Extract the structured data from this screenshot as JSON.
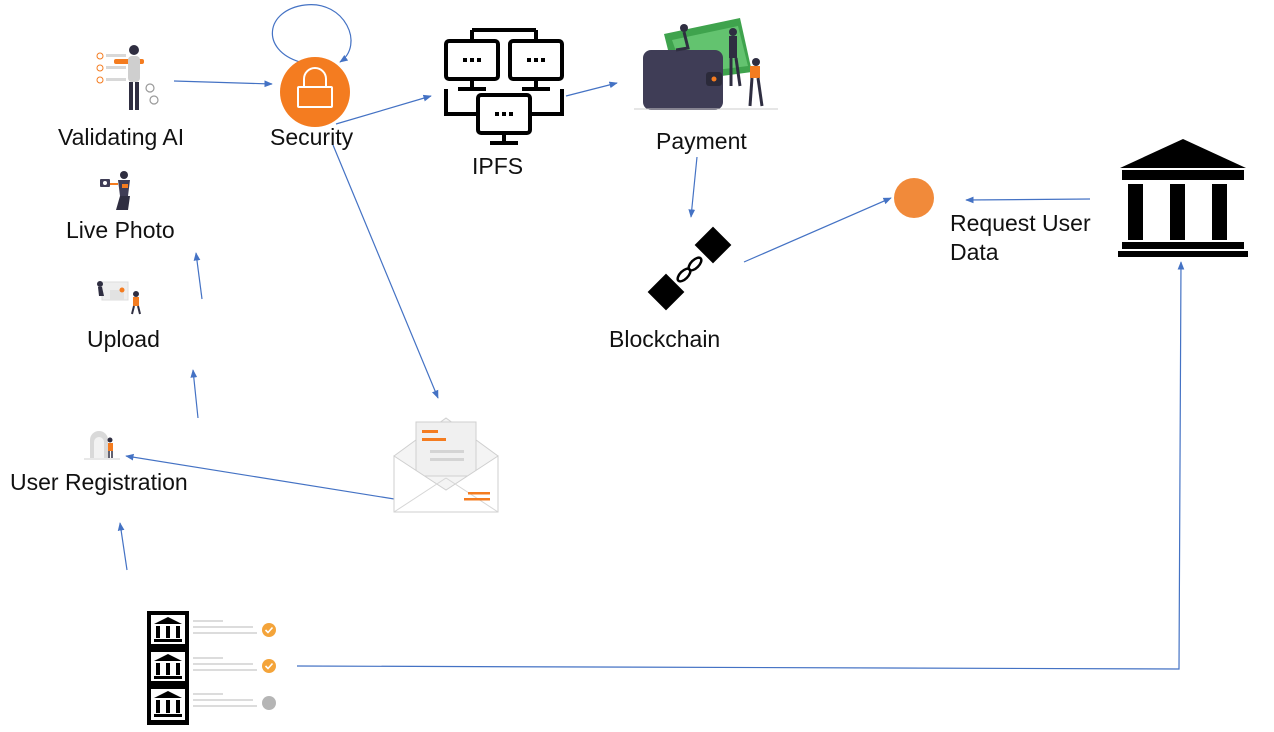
{
  "labels": {
    "validating_ai": "Validating AI",
    "security": "Security",
    "ipfs": "IPFS",
    "payment": "Payment",
    "live_photo": "Live Photo",
    "upload": "Upload",
    "blockchain": "Blockchain",
    "request_user_data": "Request User Data",
    "user_registration": "User Registration"
  },
  "colors": {
    "accent_orange": "#F47C20",
    "secondary_orange": "#F18A3A",
    "arrow_blue": "#4472C4",
    "money_green": "#3FA34D",
    "wallet_dark": "#3F3D56",
    "icon_black": "#000000",
    "grey": "#B5B5B5"
  },
  "icons": {
    "validating_ai": "person-with-checklist-illustration",
    "security": "padlock-icon",
    "ipfs": "networked-computers-icon",
    "payment": "wallet-with-money-illustration",
    "live_photo": "person-taking-selfie-illustration",
    "upload": "person-uploading-photo-illustration",
    "blockchain": "chain-link-icon",
    "request_user_data": "orange-circle-node",
    "bank": "bank-building-icon",
    "user_registration": "person-at-door-illustration",
    "email": "open-envelope-icon",
    "bank_list": "bank-approval-list-icon"
  },
  "bank_list": {
    "row_status": [
      "approved",
      "approved",
      "pending"
    ]
  }
}
